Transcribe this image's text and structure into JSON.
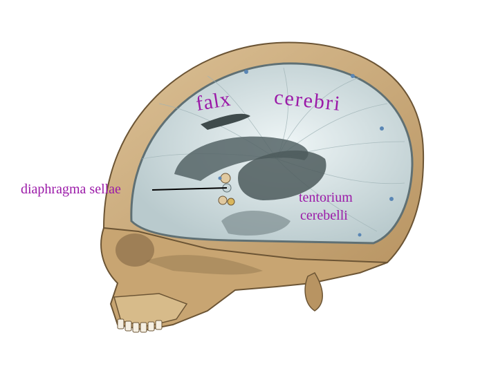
{
  "labels": {
    "falx": "falx",
    "cerebri": "cerebri",
    "diaphragma_sellae": "diaphragma sellae",
    "tentorium_line1": "tentorium",
    "tentorium_line2": "cerebelli"
  },
  "colors": {
    "label_text": "#9b1aa8",
    "bone": "#c9a878",
    "bone_shadow": "#a88a5c",
    "dura": "#d9e6e8",
    "dura_dark": "#7f9397",
    "background": "#ffffff"
  }
}
